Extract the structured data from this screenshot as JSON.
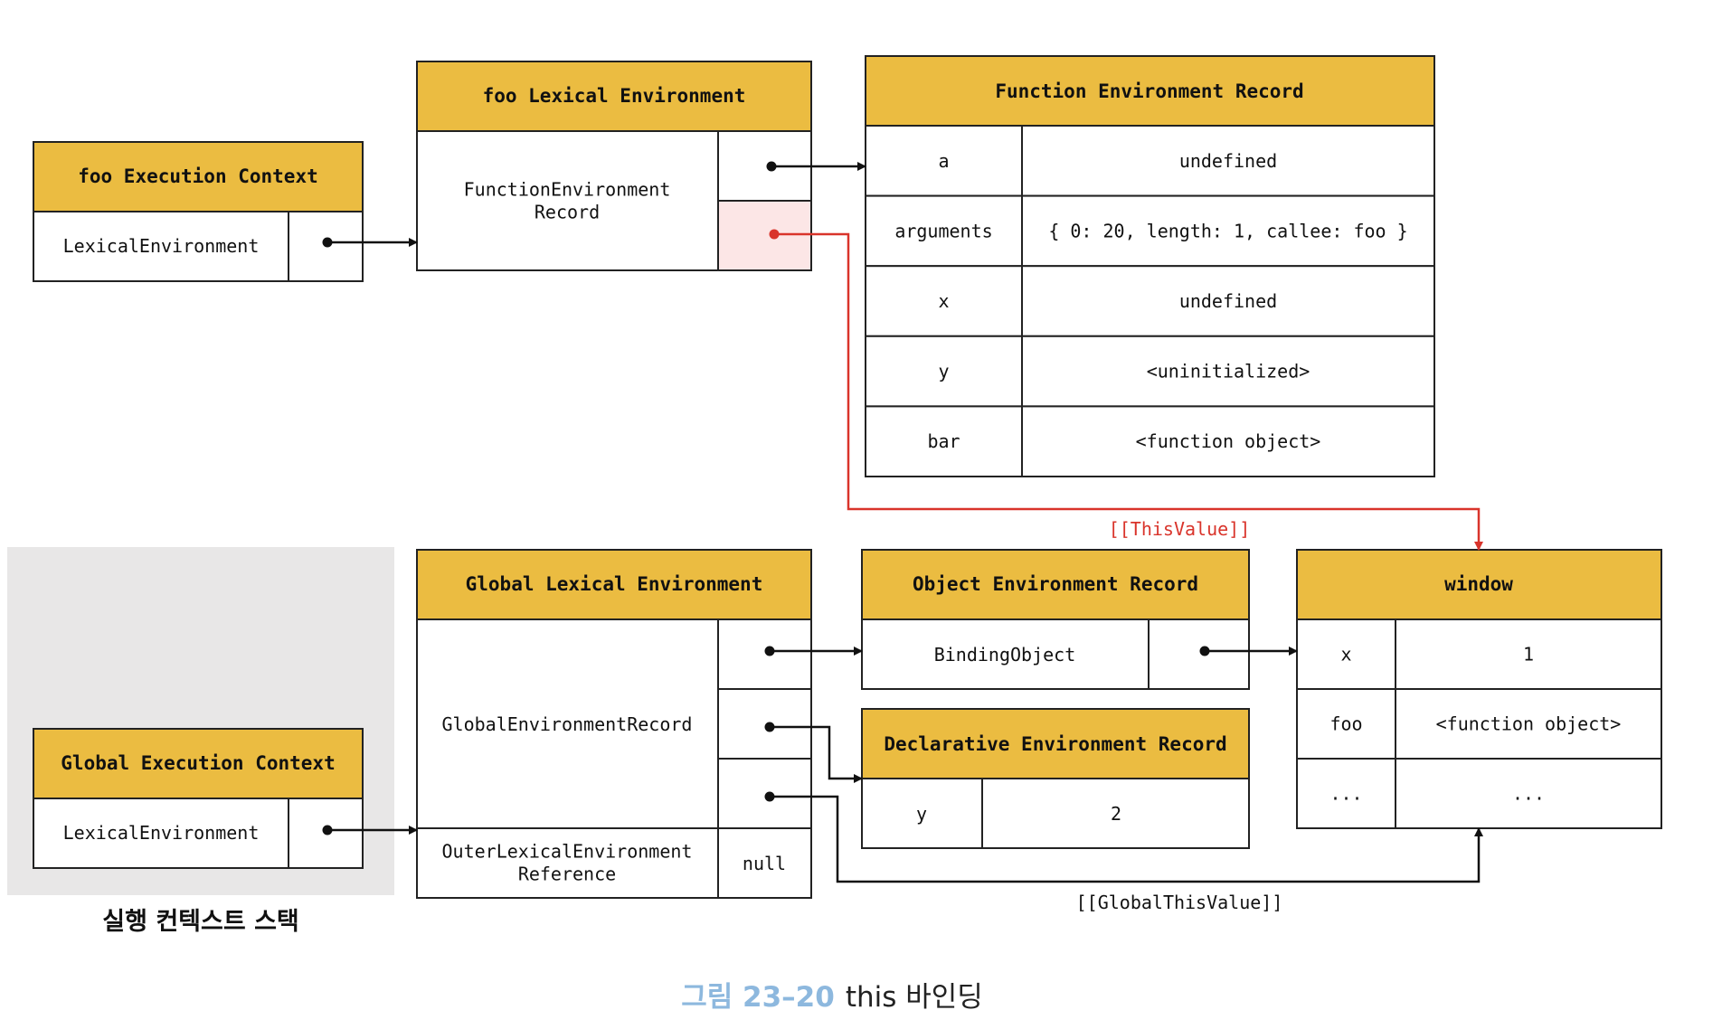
{
  "foo_ec": {
    "title": "foo Execution Context",
    "lexical_env": "LexicalEnvironment"
  },
  "foo_le": {
    "title": "foo Lexical Environment",
    "record": "FunctionEnvironment\nRecord"
  },
  "fer": {
    "title": "Function Environment Record",
    "rows": [
      {
        "key": "a",
        "value": "undefined"
      },
      {
        "key": "arguments",
        "value": "{ 0: 20, length: 1, callee: foo }"
      },
      {
        "key": "x",
        "value": "undefined"
      },
      {
        "key": "y",
        "value": "<uninitialized>"
      },
      {
        "key": "bar",
        "value": "<function object>"
      }
    ]
  },
  "this_value_label": "[[ThisValue]]",
  "global_ec": {
    "title": "Global Execution Context",
    "lexical_env": "LexicalEnvironment"
  },
  "stack_label": "실행 컨텍스트 스택",
  "global_le": {
    "title": "Global Lexical Environment",
    "record": "GlobalEnvironmentRecord",
    "outer": "OuterLexicalEnvironment\nReference",
    "outer_value": "null"
  },
  "oer": {
    "title": "Object Environment Record",
    "binding": "BindingObject"
  },
  "der": {
    "title": "Declarative Environment Record",
    "rows": [
      {
        "key": "y",
        "value": "2"
      }
    ]
  },
  "window": {
    "title": "window",
    "rows": [
      {
        "key": "x",
        "value": "1"
      },
      {
        "key": "foo",
        "value": "<function object>"
      },
      {
        "key": "...",
        "value": "..."
      }
    ]
  },
  "global_this_label": "[[GlobalThisValue]]",
  "caption": {
    "number": "그림 23–20",
    "text": "this 바인딩"
  },
  "colors": {
    "header": "#EBBC41",
    "highlight": "#FCE6E6",
    "red": "#D9342B",
    "stack_bg": "#E8E7E7",
    "caption_blue": "#8DB8DE"
  }
}
